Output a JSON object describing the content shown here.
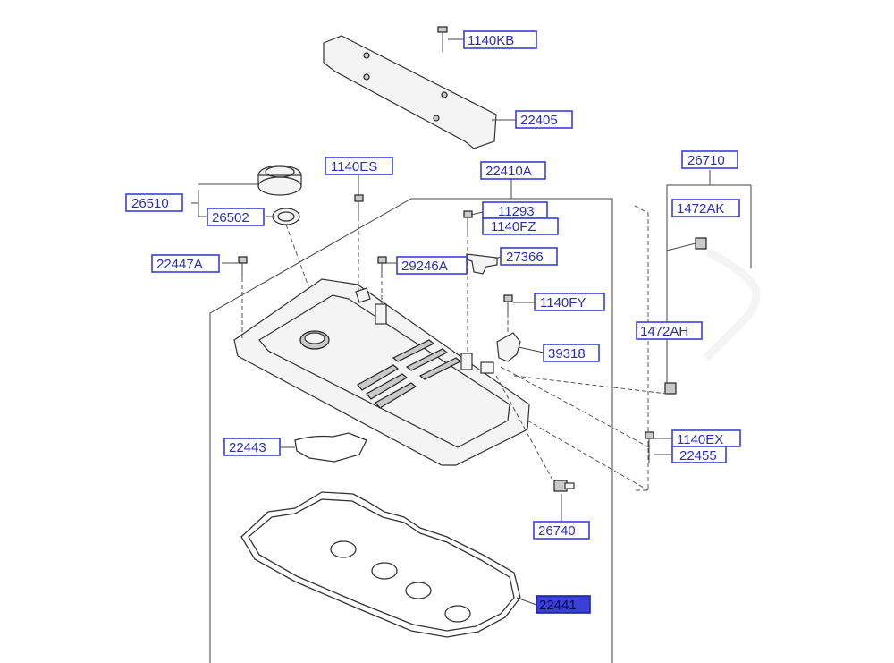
{
  "diagram": {
    "selected_part": "22441",
    "labels": {
      "l1140KB": "1140KB",
      "l22405": "22405",
      "l26510": "26510",
      "l1140ES": "1140ES",
      "l22410A": "22410A",
      "l26502": "26502",
      "l11293": "11293",
      "l1140FZ": "1140FZ",
      "l22447A": "22447A",
      "l29246A": "29246A",
      "l27366": "27366",
      "l1140FY": "1140FY",
      "l39318": "39318",
      "l26710": "26710",
      "l1472AK": "1472AK",
      "l1472AH": "1472AH",
      "l1140EX": "1140EX",
      "l22455": "22455",
      "l22443": "22443",
      "l26740": "26740",
      "l22441": "22441"
    }
  }
}
